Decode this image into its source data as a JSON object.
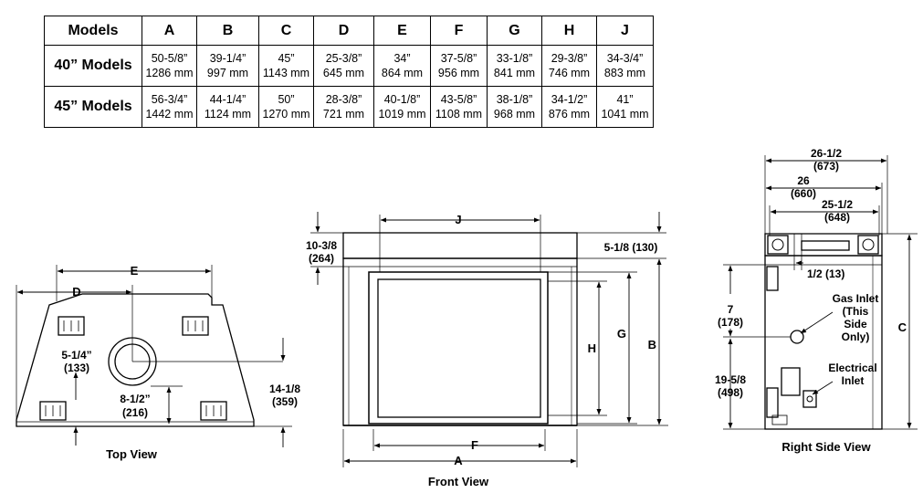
{
  "table": {
    "headers": [
      "Models",
      "A",
      "B",
      "C",
      "D",
      "E",
      "F",
      "G",
      "H",
      "J"
    ],
    "rows": [
      {
        "model": "40” Models",
        "cells": [
          {
            "in": "50-5/8”",
            "mm": "1286 mm"
          },
          {
            "in": "39-1/4”",
            "mm": "997 mm"
          },
          {
            "in": "45”",
            "mm": "1143 mm"
          },
          {
            "in": "25-3/8”",
            "mm": "645 mm"
          },
          {
            "in": "34”",
            "mm": "864 mm"
          },
          {
            "in": "37-5/8”",
            "mm": "956 mm"
          },
          {
            "in": "33-1/8”",
            "mm": "841 mm"
          },
          {
            "in": "29-3/8”",
            "mm": "746 mm"
          },
          {
            "in": "34-3/4”",
            "mm": "883 mm"
          }
        ]
      },
      {
        "model": "45” Models",
        "cells": [
          {
            "in": "56-3/4”",
            "mm": "1442 mm"
          },
          {
            "in": "44-1/4”",
            "mm": "1124 mm"
          },
          {
            "in": "50”",
            "mm": "1270 mm"
          },
          {
            "in": "28-3/8”",
            "mm": "721 mm"
          },
          {
            "in": "40-1/8”",
            "mm": "1019 mm"
          },
          {
            "in": "43-5/8”",
            "mm": "1108 mm"
          },
          {
            "in": "38-1/8”",
            "mm": "968 mm"
          },
          {
            "in": "34-1/2”",
            "mm": "876 mm"
          },
          {
            "in": "41”",
            "mm": "1041 mm"
          }
        ]
      }
    ]
  },
  "top_view": {
    "caption": "Top View",
    "label_e": "E",
    "label_d": "D",
    "dim_flue_offset": "5-1/4”",
    "dim_flue_offset_mm": "(133)",
    "dim_flue_height": "8-1/2”",
    "dim_flue_height_mm": "(216)",
    "dim_depth": "14-1/8",
    "dim_depth_mm": "(359)"
  },
  "front_view": {
    "caption": "Front View",
    "label_j": "J",
    "label_a": "A",
    "label_f": "F",
    "label_b": "B",
    "label_g": "G",
    "label_h": "H",
    "dim_top": "10-3/8",
    "dim_top_mm": "(264)",
    "dim_lip": "5-1/8 (130)"
  },
  "side_view": {
    "caption": "Right Side View",
    "dim_overall": "26-1/2",
    "dim_overall_mm": "(673)",
    "dim_26": "26",
    "dim_26_mm": "(660)",
    "dim_25": "25-1/2",
    "dim_25_mm": "(648)",
    "dim_half": "1/2 (13)",
    "label_c": "C",
    "dim_gas": "7",
    "dim_gas_mm": "(178)",
    "dim_elec": "19-5/8",
    "dim_elec_mm": "(498)",
    "gas_inlet_lines": [
      "Gas Inlet",
      "(This",
      "Side",
      "Only)"
    ],
    "electrical_lines": [
      "Electrical",
      "Inlet"
    ]
  }
}
